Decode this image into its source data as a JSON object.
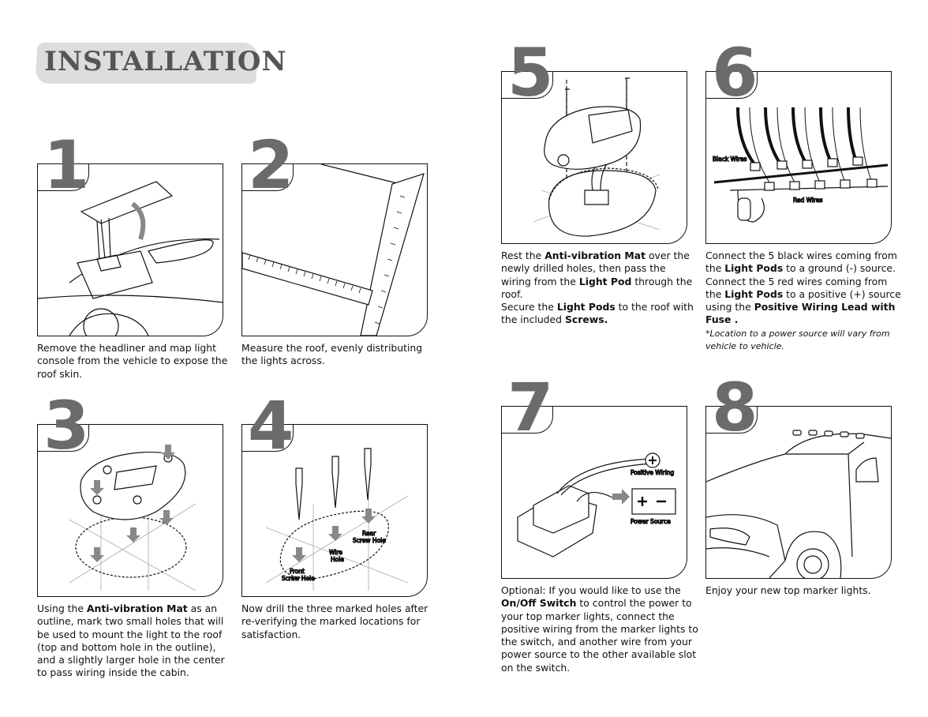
{
  "title": "INSTALLATION",
  "steps": [
    {
      "number": "1",
      "text": [
        [
          "Remove the headliner and map light console from the vehicle to expose the roof skin.",
          ""
        ]
      ]
    },
    {
      "number": "2",
      "text": [
        [
          "Measure the roof, evenly distributing the lights across.",
          ""
        ]
      ]
    },
    {
      "number": "3",
      "text": [
        [
          "Using the ",
          ""
        ],
        [
          "Anti-vibration Mat",
          "b"
        ],
        [
          " as an outline, mark two small holes that will be used to mount the light to the roof (top and bottom hole in the outline), and a slightly larger hole in the center to pass wiring inside the cabin.",
          ""
        ]
      ]
    },
    {
      "number": "4",
      "text": [
        [
          "Now drill the three marked holes after re-verifying the marked locations for satisfaction.",
          ""
        ]
      ],
      "labels": {
        "front": "Front",
        "front2": "Screw Hole",
        "wire": "Wire",
        "wire2": "Hole",
        "rear": "Rear",
        "rear2": "Screw Hole"
      }
    },
    {
      "number": "5",
      "text": [
        [
          "Rest the ",
          ""
        ],
        [
          "Anti-vibration Mat",
          "b"
        ],
        [
          " over the newly drilled holes, then pass the wiring from the ",
          ""
        ],
        [
          "Light Pod",
          "b"
        ],
        [
          " through the roof.",
          ""
        ],
        [
          "\n",
          ""
        ],
        [
          "Secure the ",
          ""
        ],
        [
          "Light Pods",
          "b"
        ],
        [
          " to the roof with the included ",
          ""
        ],
        [
          "Screws.",
          "b"
        ]
      ]
    },
    {
      "number": "6",
      "text": [
        [
          "Connect the 5 black wires coming from the ",
          ""
        ],
        [
          "Light Pods",
          "b"
        ],
        [
          " to a ground (-) source.",
          ""
        ],
        [
          "\n",
          ""
        ],
        [
          "Connect the 5 red wires coming from the ",
          ""
        ],
        [
          "Light Pods",
          "b"
        ],
        [
          " to a positive (+) source using the ",
          ""
        ],
        [
          "Positive Wiring Lead with Fuse .",
          "b"
        ],
        [
          "\n",
          ""
        ],
        [
          "*Location to a power source will vary from vehicle to vehicle.",
          "i"
        ]
      ],
      "labels": {
        "black": "Black Wires",
        "red": "Red Wires"
      }
    },
    {
      "number": "7",
      "text": [
        [
          "Optional: If you would like to use the ",
          ""
        ],
        [
          "On/Off Switch",
          "b"
        ],
        [
          " to control the power to your top marker lights, connect the positive wiring from the marker lights to the switch, and another wire from your power source to the other available slot on the switch.",
          ""
        ]
      ],
      "labels": {
        "positive": "Positive Wiring",
        "power": "Power Source"
      }
    },
    {
      "number": "8",
      "text": [
        [
          "Enjoy your new top marker lights.",
          ""
        ]
      ]
    }
  ]
}
